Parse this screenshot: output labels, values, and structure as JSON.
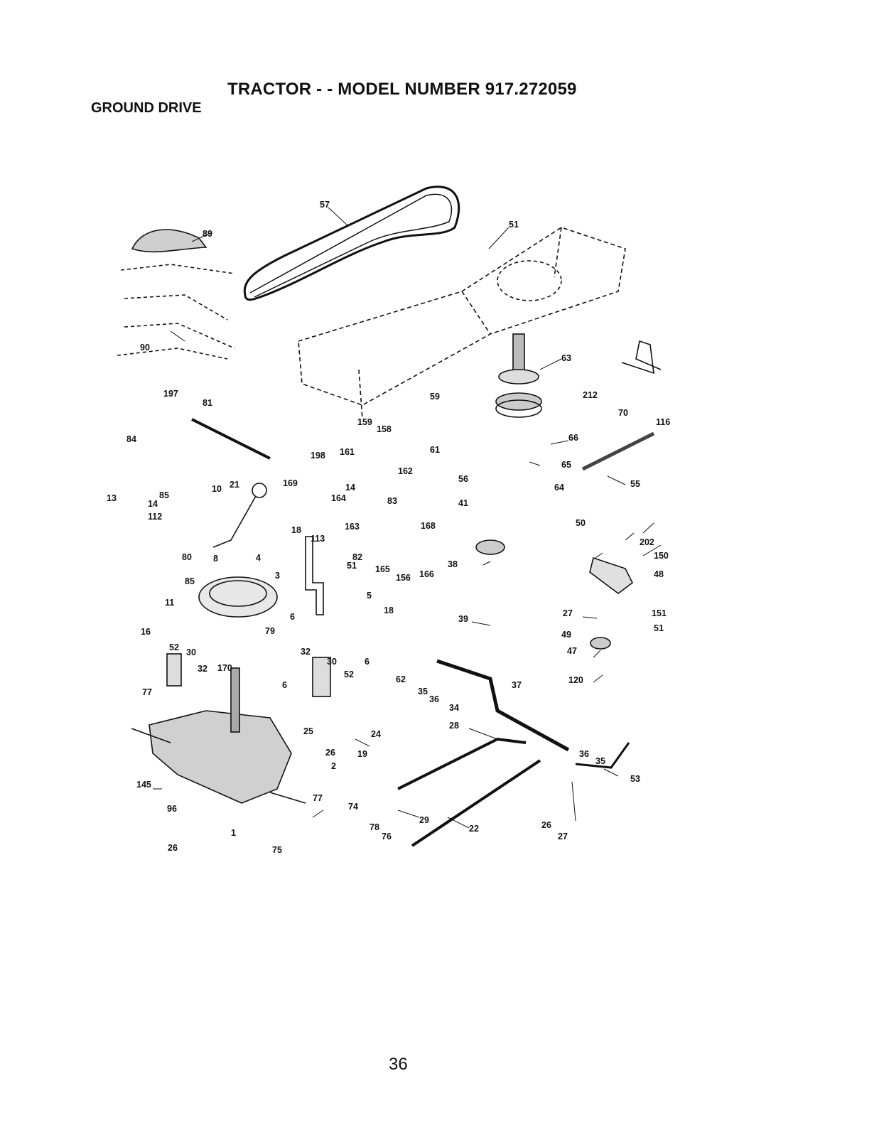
{
  "header": {
    "title": "TRACTOR - - MODEL NUMBER 917.272059",
    "section": "GROUND DRIVE"
  },
  "footer": {
    "page_number": "36"
  },
  "callouts": [
    "89",
    "90",
    "57",
    "51",
    "63",
    "212",
    "70",
    "116",
    "197",
    "81",
    "84",
    "85",
    "198",
    "161",
    "159",
    "158",
    "162",
    "169",
    "21",
    "13",
    "14",
    "112",
    "164",
    "163",
    "83",
    "168",
    "59",
    "61",
    "56",
    "66",
    "65",
    "64",
    "55",
    "41",
    "10",
    "8",
    "18",
    "113",
    "82",
    "165",
    "156",
    "166",
    "80",
    "4",
    "3",
    "85",
    "11",
    "51",
    "5",
    "18",
    "6",
    "38",
    "50",
    "202",
    "150",
    "48",
    "39",
    "27",
    "151",
    "51",
    "49",
    "47",
    "16",
    "52",
    "30",
    "32",
    "170",
    "79",
    "32",
    "30",
    "52",
    "6",
    "62",
    "35",
    "36",
    "34",
    "37",
    "120",
    "77",
    "25",
    "24",
    "26",
    "19",
    "2",
    "28",
    "36",
    "35",
    "53",
    "145",
    "77",
    "74",
    "29",
    "78",
    "76",
    "22",
    "26",
    "27",
    "96",
    "1",
    "26",
    "75",
    "6",
    "14"
  ]
}
